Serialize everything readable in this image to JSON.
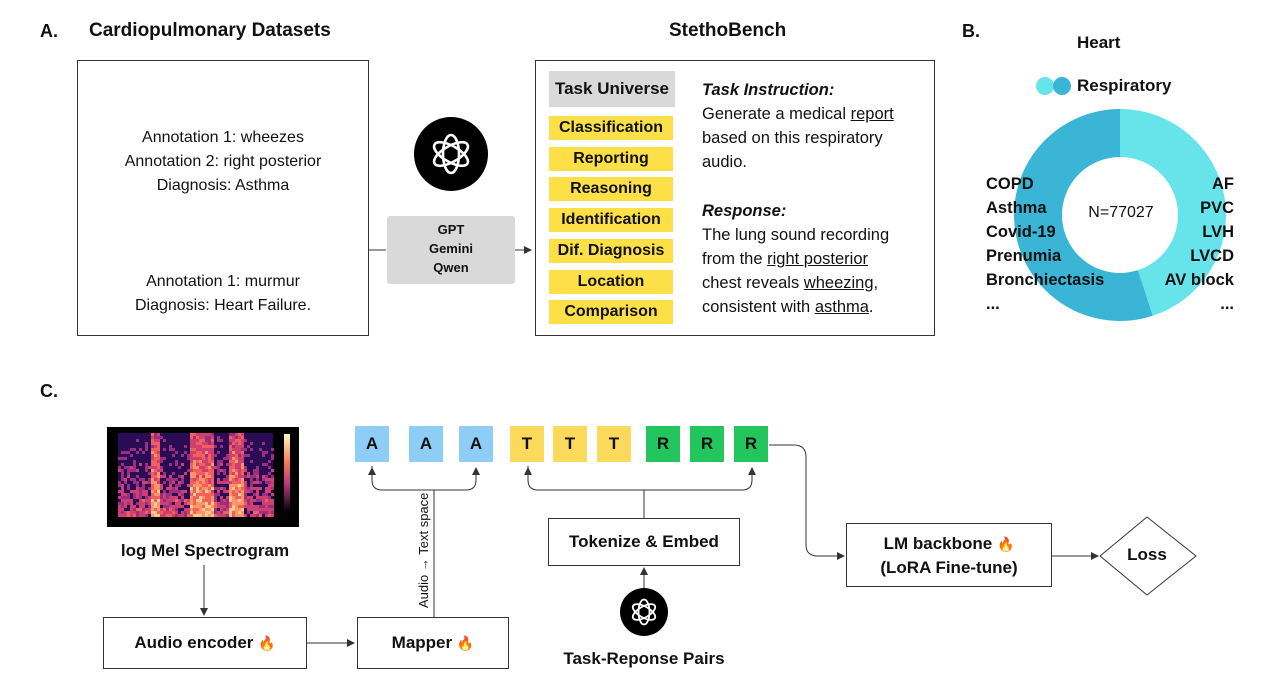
{
  "section_a": {
    "label": "A.",
    "title": "Cardiopulmonary Datasets",
    "sample1": {
      "line1": "Annotation 1: wheezes",
      "line2": "Annotation 2: right posterior",
      "line3": "Diagnosis: Asthma"
    },
    "sample2": {
      "line1": "Annotation 1: murmur",
      "line2": "Diagnosis: Heart Failure."
    },
    "models": [
      "GPT",
      "Gemini",
      "Qwen"
    ]
  },
  "stethobench": {
    "title": "StethoBench",
    "task_universe": "Task Universe",
    "tasks": [
      "Classification",
      "Reporting",
      "Reasoning",
      "Identification",
      "Dif. Diagnosis",
      "Location",
      "Comparison"
    ],
    "instruction_label": "Task Instruction:",
    "instruction_lines": {
      "l1_pre": "Generate a medical ",
      "l1_u": "report",
      "l2": "based on this respiratory",
      "l3": "audio."
    },
    "response_label": "Response:",
    "response_lines": {
      "l1": "The lung sound recording",
      "l2_pre": "from the ",
      "l2_u": "right posterior",
      "l3_pre": "chest reveals ",
      "l3_u": "wheezing",
      "l3_post": ",",
      "l4_pre": "consistent with ",
      "l4_u": "asthma",
      "l4_post": "."
    }
  },
  "section_b": {
    "label": "B.",
    "legend": [
      {
        "name": "Heart",
        "color": "#67e3ea"
      },
      {
        "name": "Respiratory",
        "color": "#3bb5d6"
      }
    ],
    "center_text": "N=77027",
    "left_labels": [
      "COPD",
      "Asthma",
      "Covid-19",
      "Prenumia",
      "Bronchiectasis",
      "..."
    ],
    "right_labels": [
      "AF",
      "PVC",
      "LVH",
      "LVCD",
      "AV block",
      "..."
    ]
  },
  "chart_data": {
    "type": "pie",
    "donut": true,
    "categories": [
      "Heart",
      "Respiratory"
    ],
    "values": [
      0.45,
      0.55
    ],
    "center_text": "N=77027",
    "colors": [
      "#67e3ea",
      "#3bb5d6"
    ]
  },
  "section_c": {
    "label": "C.",
    "spectrogram_label": "log Mel Spectrogram",
    "audio_encoder": "Audio encoder",
    "mapper": "Mapper",
    "mapper_arrow_label": "Audio → Text space",
    "tokenize": "Tokenize & Embed",
    "task_pairs": "Task-Reponse Pairs",
    "lm_line1": "LM backbone",
    "lm_line2": "(LoRA Fine-tune)",
    "loss": "Loss",
    "fire": "🔥",
    "tokens": [
      "A",
      "A",
      "A",
      "T",
      "T",
      "T",
      "R",
      "R",
      "R"
    ]
  },
  "colors": {
    "task_yellow": "#fde047",
    "token_blue": "#8ecdf5",
    "token_yellow": "#fbd95a",
    "token_green": "#22c55e"
  }
}
